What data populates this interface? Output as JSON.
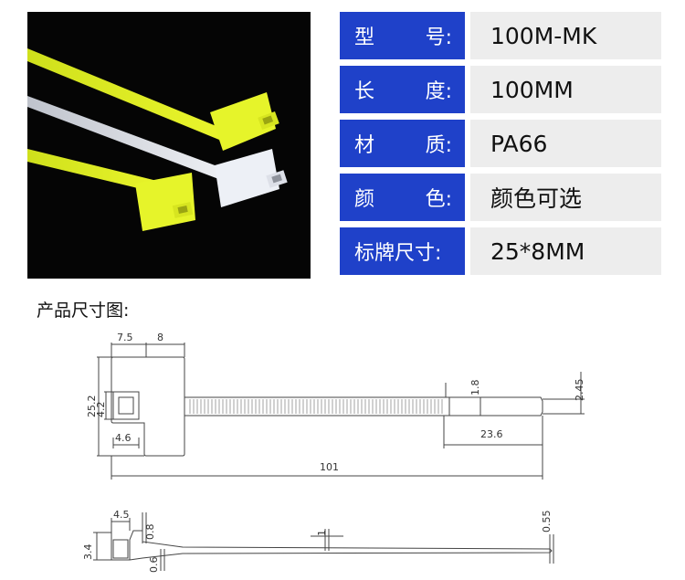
{
  "specs": [
    {
      "label_a": "型",
      "label_b": "号:",
      "value": "100M-MK"
    },
    {
      "label_a": "长",
      "label_b": "度:",
      "value": "100MM"
    },
    {
      "label_a": "材",
      "label_b": "质:",
      "value": "PA66"
    },
    {
      "label_a": "颜",
      "label_b": "色:",
      "value": "颜色可选"
    },
    {
      "label_full": "标牌尺寸:",
      "value": "25*8MM"
    }
  ],
  "section_title": "产品尺寸图:",
  "dimensions": {
    "d75": "7.5",
    "d8": "8",
    "d252": "25.2",
    "d42": "4.2",
    "d46": "4.6",
    "d18": "1.8",
    "d245": "2.45",
    "d236": "23.6",
    "d101": "101",
    "s45": "4.5",
    "s08": "0.8",
    "s34": "3.4",
    "s06": "0.6",
    "s1": "1",
    "s055": "0.55"
  },
  "colors": {
    "label_bg": "#1f41c9",
    "value_bg": "#ededed",
    "tie_yellow": "#e3f226",
    "tie_white": "#e8e8ee"
  }
}
